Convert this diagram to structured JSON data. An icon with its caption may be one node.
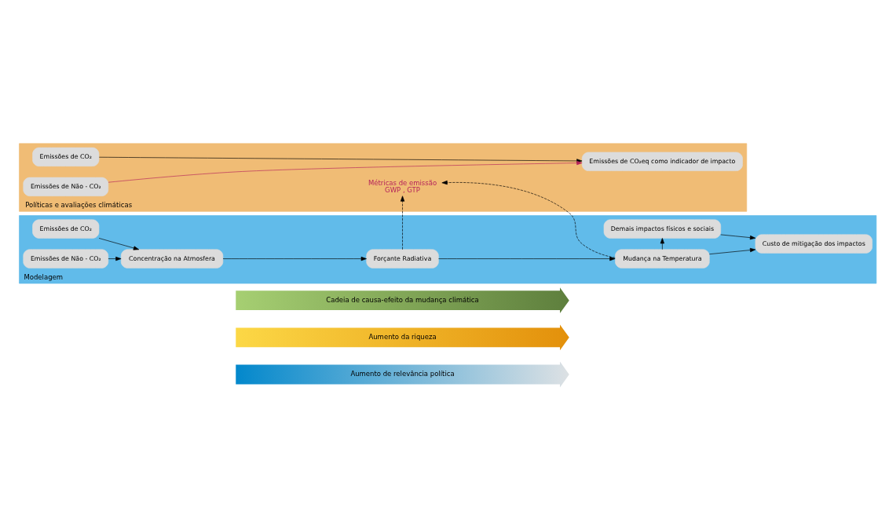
{
  "diagram": {
    "nodes": [
      {
        "text": [
          "Políticas e avaliações climáticas"
        ]
      },
      {
        "text": [
          "Emissões de CO₂"
        ],
        "in": 0
      },
      {
        "text": [
          "Emissões de Não - CO₂"
        ],
        "in": 0
      },
      {
        "text": [
          "Emissões de CO₂eq como indicador de impacto"
        ],
        "in": 0
      },
      {
        "text": [
          "Métricas de emissão",
          "GWP , GTP"
        ],
        "in": 0
      },
      {
        "text": [
          "Modelagem"
        ]
      },
      {
        "text": [
          "Emissões de CO₂"
        ],
        "in": 5
      },
      {
        "text": [
          "Emissões de Não - CO₂"
        ],
        "in": 5
      },
      {
        "text": [
          "Concentração na Atmosfera"
        ],
        "in": 5
      },
      {
        "text": [
          "Forçante Radiativa"
        ],
        "in": 5
      },
      {
        "text": [
          "Mudança na Temperatura"
        ],
        "in": 5
      },
      {
        "text": [
          "Custo de mitigação dos impactos"
        ],
        "in": 5
      },
      {
        "text": [
          "Demais impactos físicos e sociais"
        ],
        "in": 5
      },
      {
        "text": [
          "Cadeia de causa-efeito da mudança climática"
        ]
      },
      {
        "text": [
          "Aumento da riqueza"
        ]
      },
      {
        "text": [
          "Aumento de relevância política"
        ]
      }
    ],
    "edges": [
      {
        "from": 1,
        "to": 3,
        "arrow": "to"
      },
      {
        "from": 2,
        "to": 3,
        "arrow": "to",
        "color": "#b5245a"
      },
      {
        "from": 6,
        "to": 8,
        "arrow": "to"
      },
      {
        "from": 7,
        "to": 8,
        "arrow": "to"
      },
      {
        "from": 8,
        "to": 9,
        "arrow": "to"
      },
      {
        "from": 9,
        "to": 10,
        "arrow": "to"
      },
      {
        "from": 10,
        "to": 11,
        "arrow": "to"
      },
      {
        "from": 10,
        "to": 12,
        "arrow": "to"
      },
      {
        "from": 12,
        "to": 11,
        "arrow": "to"
      },
      {
        "from": 9,
        "to": 4,
        "arrow": "to",
        "style": "dashed"
      },
      {
        "from": 10,
        "to": 4,
        "arrow": "to",
        "style": "dashed"
      }
    ]
  }
}
